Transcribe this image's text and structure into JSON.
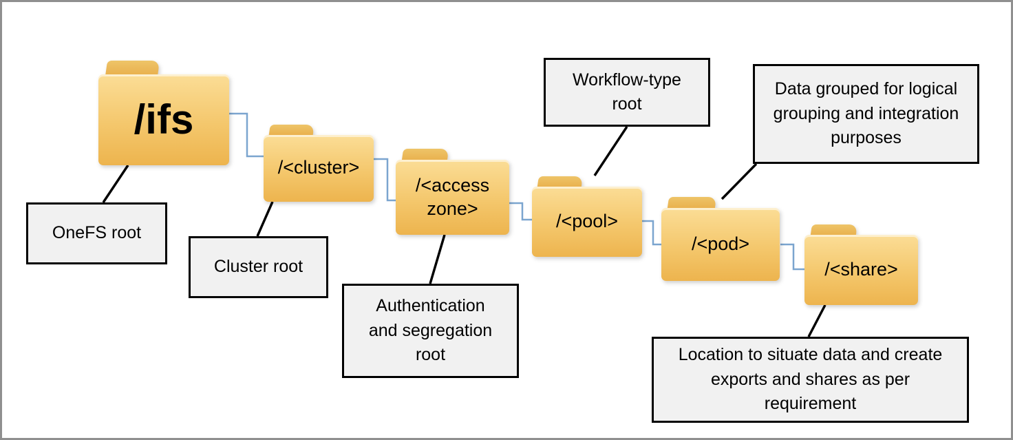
{
  "diagram": {
    "folders": [
      {
        "id": "ifs",
        "name": "/ifs"
      },
      {
        "id": "cluster",
        "name": "/<cluster>"
      },
      {
        "id": "access-zone",
        "name": "/<access zone>"
      },
      {
        "id": "pool",
        "name": "/<pool>"
      },
      {
        "id": "pod",
        "name": "/<pod>"
      },
      {
        "id": "share",
        "name": "/<share>"
      }
    ],
    "labels": [
      {
        "id": "onefs-root",
        "text": "OneFS root"
      },
      {
        "id": "cluster-root",
        "text": "Cluster root"
      },
      {
        "id": "auth-root",
        "text": "Authentication and segregation root"
      },
      {
        "id": "workflow-root",
        "text": "Workflow-type root"
      },
      {
        "id": "pod-purpose",
        "text": "Data grouped for logical grouping and integration purposes"
      },
      {
        "id": "share-purpose",
        "text": "Location to situate data and create exports and shares as per requirement"
      }
    ],
    "colors": {
      "folder_tab": "#e5a23a",
      "folder_body_top": "#fbdd96",
      "folder_body_bottom": "#edb44e",
      "connector": "#7ba5cf",
      "callout_line": "#000000",
      "label_background": "#f1f1f1",
      "label_border": "#000000",
      "frame_border": "#8f8f8f"
    }
  }
}
